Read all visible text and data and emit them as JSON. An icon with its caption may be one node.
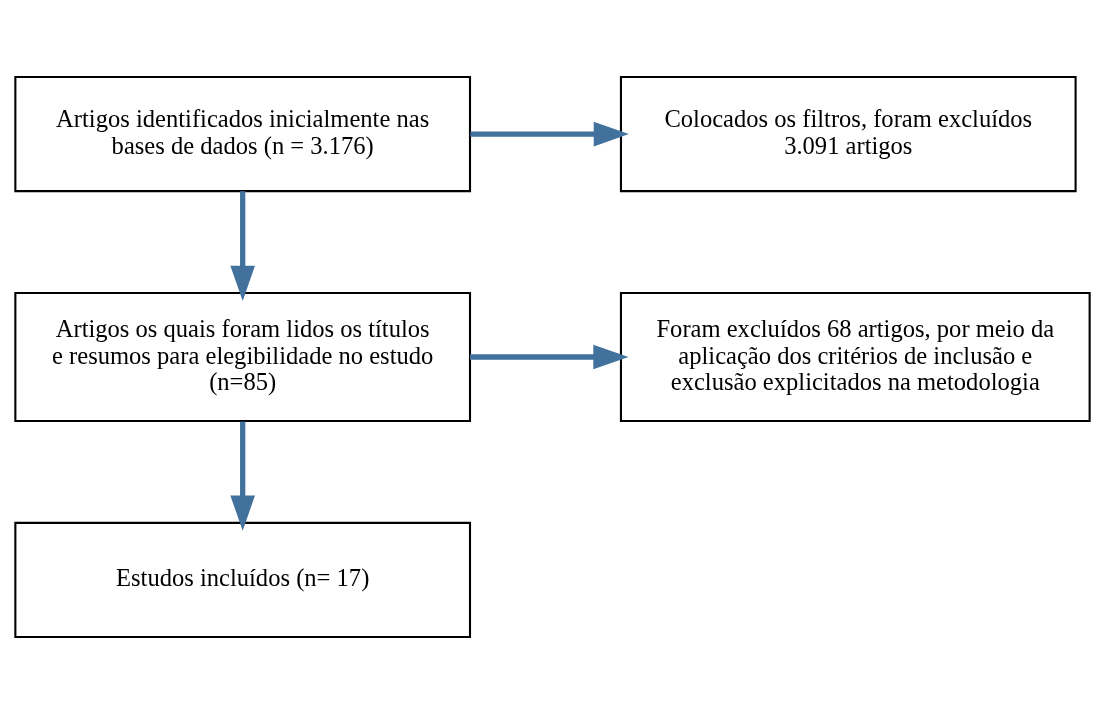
{
  "diagram": {
    "nodes": [
      {
        "text": [
          "Artigos identificados inicialmente nas bases de dados (n = 3.176)"
        ]
      },
      {
        "text": [
          "Colocados os filtros, foram excluídos 3.091 artigos"
        ]
      },
      {
        "text": [
          "Artigos os quais foram lidos os títulos e resumos para elegibilidade no estudo (n=85)"
        ]
      },
      {
        "text": [
          "Foram excluídos 68 artigos, por meio da aplicação dos critérios de inclusão e exclusão explicitados na metodologia"
        ]
      },
      {
        "text": [
          "Estudos incluídos (n= 17)"
        ]
      }
    ],
    "edges": [
      {
        "from": 0,
        "to": 2,
        "arrow": "to"
      },
      {
        "from": 0,
        "to": 1,
        "arrow": "to"
      },
      {
        "from": 2,
        "to": 4,
        "arrow": "to"
      },
      {
        "from": 2,
        "to": 3,
        "arrow": "to"
      }
    ]
  }
}
